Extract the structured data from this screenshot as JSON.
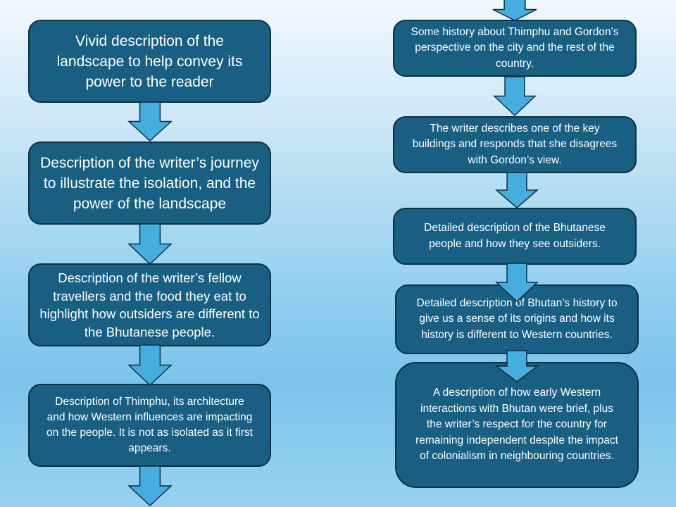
{
  "colors": {
    "box_fill": "#185f82",
    "box_border": "#0b3146",
    "arrow_fill": "#46aedf",
    "text": "#ffffff"
  },
  "left_column": [
    {
      "text": "Vivid description of the landscape to help convey its power to the reader"
    },
    {
      "text": "Description of the writer’s journey to illustrate the isolation, and the power of the landscape"
    },
    {
      "text": "Description of the writer’s fellow travellers and the food they eat to highlight how outsiders are different to the Bhutanese people."
    },
    {
      "text": "Description of Thimphu, its architecture and how Western influences are impacting on the people. It is not as isolated as it first appears."
    }
  ],
  "right_column": [
    {
      "text": "Some history about Thimphu and Gordon’s perspective on the city and the rest of the country."
    },
    {
      "text": "The writer describes one of the key buildings and responds that she disagrees with Gordon’s view."
    },
    {
      "text": "Detailed description of the Bhutanese people and how they see outsiders."
    },
    {
      "text": "Detailed description of Bhutan’s history to give us a sense of its origins and how its history is different to Western countries."
    },
    {
      "text": "A description of how early Western interactions with Bhutan were brief, plus the writer’s respect for the country for remaining independent despite the impact of colonialism in neighbouring countries."
    }
  ]
}
